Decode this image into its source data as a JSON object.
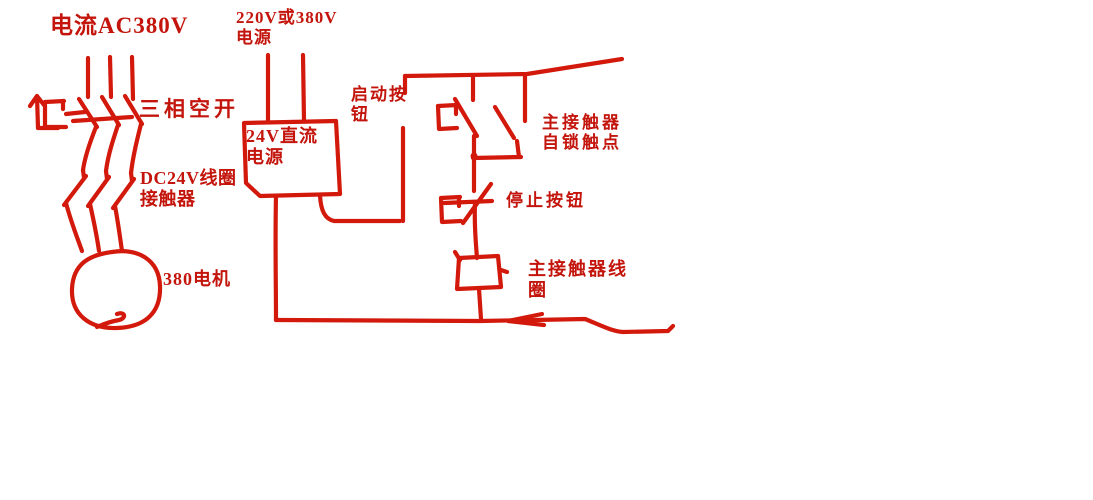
{
  "diagram": {
    "type": "hand-drawn-wiring-diagram",
    "colors": {
      "ink": "#d2190b",
      "text": "#c3150c",
      "background": "#ffffff"
    },
    "labels": {
      "main_supply": {
        "text": "电流AC380V"
      },
      "control_supply": {
        "text": "220V或380V\n电源"
      },
      "breaker": {
        "text": "三相空开"
      },
      "start_button": {
        "text": "启动按\n钮"
      },
      "dc_supply": {
        "text": "24V直流\n电源"
      },
      "selflock_contact": {
        "text": "主接触器\n自锁触点"
      },
      "dc_contactor": {
        "text": "DC24V线圈\n接触器"
      },
      "stop_button": {
        "text": "停止按钮"
      },
      "motor": {
        "text": "380电机"
      },
      "contactor_coil": {
        "text": "主接触器线\n圈"
      }
    }
  }
}
